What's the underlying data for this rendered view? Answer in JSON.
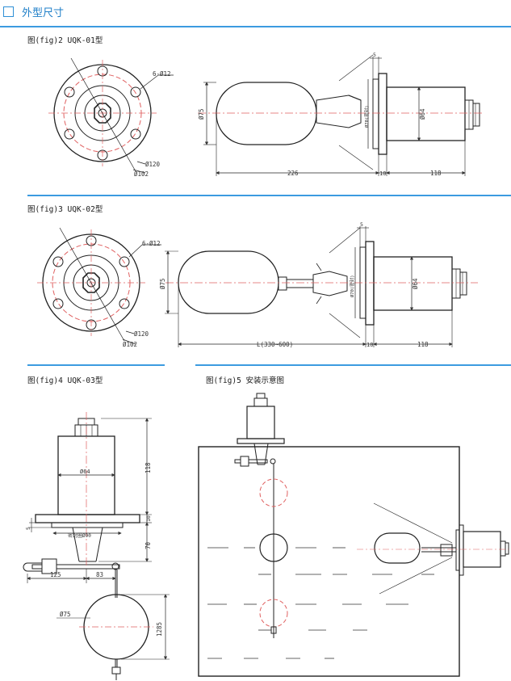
{
  "header": {
    "title": "外型尺寸"
  },
  "figures": {
    "fig2": {
      "label": "图(fig)2  UQK-01型",
      "holes": "6-Ø12",
      "d120": "Ø120",
      "d102": "Ø102",
      "d75": "Ø75",
      "d64": "Ø64",
      "len": "226",
      "flange": "10",
      "body": "118",
      "gap": "5",
      "seal": "Ø70(密封)"
    },
    "fig3": {
      "label": "图(fig)3  UQK-02型",
      "holes": "6-Ø12",
      "d120": "Ø120",
      "d102": "Ø102",
      "d75": "Ø75",
      "d64": "Ø64",
      "len": "L(330~600)",
      "flange": "10",
      "body": "118",
      "gap": "5",
      "seal": "Ø70(密封)"
    },
    "fig4": {
      "label": "图(fig)4  UQK-03型",
      "d64": "Ø64",
      "body": "118",
      "flange": "10",
      "gap": "5",
      "seal": "密封圈Ø90",
      "drop": "70",
      "arm": "125",
      "arm2": "83",
      "d75": "Ø75",
      "height": "1285"
    },
    "fig5": {
      "label": "图(fig)5  安装示意图"
    }
  }
}
